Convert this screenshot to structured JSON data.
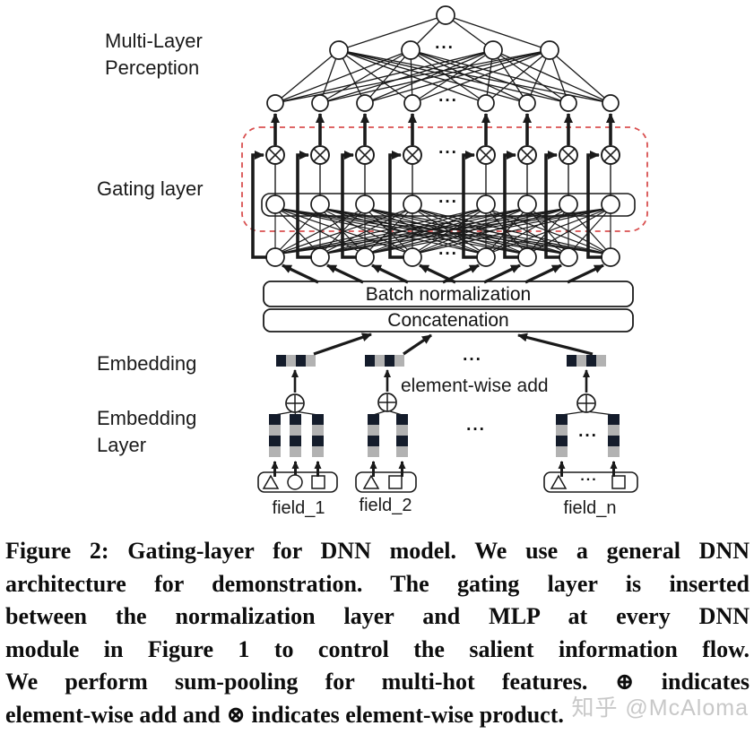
{
  "figure": {
    "side_labels": {
      "mlp_line1": "Multi-Layer",
      "mlp_line2": "Perception",
      "gating": "Gating layer",
      "embedding": "Embedding",
      "embedding_layer_line1": "Embedding",
      "embedding_layer_line2": "Layer"
    },
    "boxes": {
      "batch_norm": "Batch normalization",
      "concatenation": "Concatenation"
    },
    "annotations": {
      "element_wise_add": "element-wise add"
    },
    "fields": [
      {
        "label": "field_1"
      },
      {
        "label": "field_2"
      },
      {
        "label": "field_n"
      }
    ],
    "ellipsis": "...",
    "symbols": {
      "product": "⊗",
      "add": "⊕"
    },
    "colors": {
      "red_dashed": "#d95050",
      "cell_dark": "#141c2b",
      "cell_gray": "#b2b2b2",
      "line": "#1a1a1a"
    }
  },
  "caption": {
    "lines": [
      "Figure 2: Gating-layer for DNN model. We use a general DNN",
      "architecture for demonstration. The gating layer is inserted",
      "between the normalization layer and MLP at every DNN",
      "module in Figure 1 to control the salient information flow.",
      "We perform sum-pooling for multi-hot features. ⊕ indicates",
      "element-wise add and ⊗ indicates element-wise product."
    ]
  },
  "watermark": "知乎 @McAloma"
}
